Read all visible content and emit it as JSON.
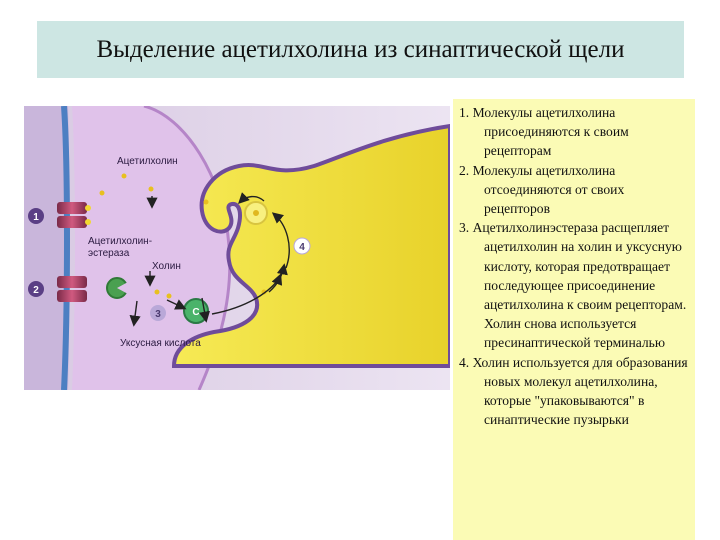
{
  "title": "Выделение ацетилхолина из синаптической щели",
  "diagram": {
    "labels": {
      "acetylcholine": "Ацетилхолин",
      "esterase_line1": "Ацетилхолин-",
      "esterase_line2": "эстераза",
      "choline": "Холин",
      "acetic_acid": "Уксусная кислота",
      "choline_marker": "C"
    },
    "markers": [
      "1",
      "2",
      "3",
      "4"
    ]
  },
  "steps": [
    "1. Молекулы ацетилхолина присоединяются к своим рецепторам",
    "2. Молекулы ацетилхолина отсоединяются от своих рецепторов",
    "3. Ацетилхолинэстераза расщепляет ацетилхолин на холин и уксусную кислоту, которая предотвращает последующее присоединение ацетилхолина к своим рецепторам. Холин снова используется пресинаптической терминалью",
    "4. Холин используется для образования новых молекул ацетилхолина, которые \"упаковываются\" в синаптические пузырьки"
  ],
  "colors": {
    "title_bg": "#cde6e3",
    "text_bg": "#fbfbb5",
    "membrane_purple": "#d9b3e3",
    "terminal_yellow": "#f2e23a",
    "receptor": "#c04b6e"
  }
}
